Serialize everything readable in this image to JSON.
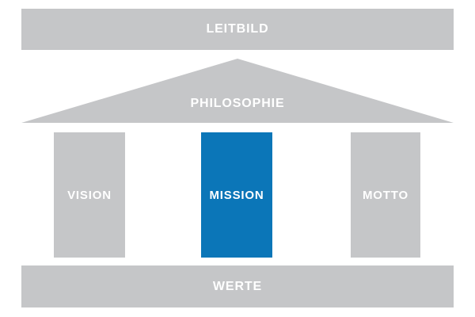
{
  "diagram": {
    "title": "Leitbild",
    "type": "temple-pillar-diagram",
    "colors": {
      "gray": "#c5c6c8",
      "accent_blue": "#0b76b8",
      "text": "#ffffff",
      "background": "#ffffff"
    }
  },
  "top_beam": {
    "label": "LEITBILD"
  },
  "pediment": {
    "label": "PHILOSOPHIE"
  },
  "columns": [
    {
      "label": "VISION",
      "color": "#c5c6c8",
      "highlighted": false
    },
    {
      "label": "MISSION",
      "color": "#0b76b8",
      "highlighted": true
    },
    {
      "label": "MOTTO",
      "color": "#c5c6c8",
      "highlighted": false
    }
  ],
  "bottom_beam": {
    "label": "WERTE"
  }
}
